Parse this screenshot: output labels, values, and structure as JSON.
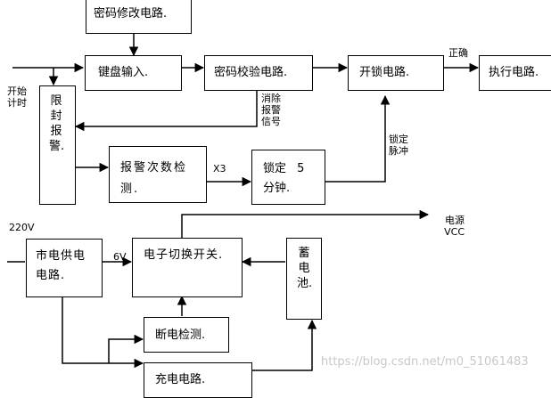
{
  "boxes": {
    "password_modify": "密码修改电路.",
    "keyboard_input": "键盘输入.",
    "password_verify": "密码校验电路.",
    "unlock": "开锁电路.",
    "execute": "执行电路.",
    "limit_seal_alarm": "限封报警.",
    "alarm_count_detect": "报警次数检测.",
    "lock_5min": "锁定 5 分钟.",
    "mains_supply": "市电供电电路.",
    "electronic_switch": "电子切换开关.",
    "battery": "蓄电池.",
    "power_fail_detect": "断电检测.",
    "charging": "充电电路."
  },
  "labels": {
    "start_timing": "开始计时",
    "correct": "正确",
    "clear_alarm_signal": "消除报警信号",
    "x3": "X3",
    "lock_pulse": "锁定脉冲",
    "v220": "220V",
    "v6": "6V",
    "power_vcc": "电源 VCC"
  },
  "watermark": "https://blog.csdn.net/m0_51061483"
}
